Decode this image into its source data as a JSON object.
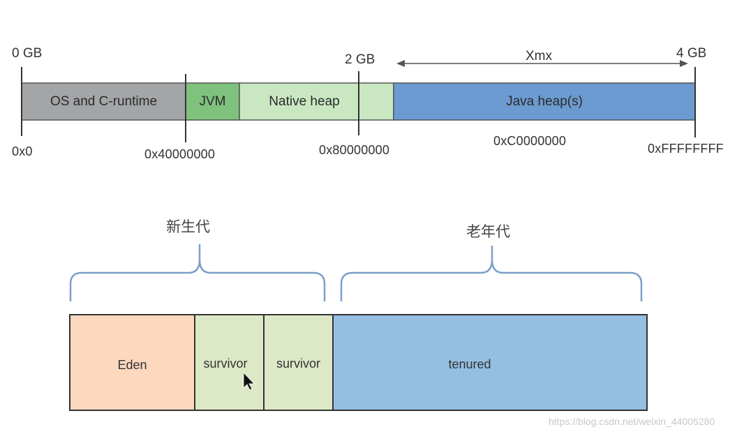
{
  "memory_map": {
    "size_labels": {
      "zero": "0 GB",
      "two": "2 GB",
      "four": "4 GB",
      "xmx": "Xmx"
    },
    "segments": {
      "os": {
        "label": "OS and C-runtime",
        "color": "#a3a5a7"
      },
      "jvm": {
        "label": "JVM",
        "color": "#7ec27e"
      },
      "native": {
        "label": "Native heap",
        "color": "#c9e8c2"
      },
      "java": {
        "label": "Java heap(s)",
        "color": "#6b9bd0"
      }
    },
    "addresses": {
      "a0": "0x0",
      "a1": "0x40000000",
      "a2": "0x80000000",
      "a3": "0xC0000000",
      "a4": "0xFFFFFFFF"
    }
  },
  "generations": {
    "young_label": "新生代",
    "old_label": "老年代",
    "areas": {
      "eden": {
        "label": "Eden",
        "color": "#fcd8bf"
      },
      "survivor1": {
        "label": "survivor",
        "color": "#dde8c6"
      },
      "survivor2": {
        "label": "survivor",
        "color": "#dde8c6"
      },
      "tenured": {
        "label": "tenured",
        "color": "#94bfe2"
      }
    },
    "brace_color": "#7aa0c8"
  },
  "watermark": "https://blog.csdn.net/weixin_44005280"
}
